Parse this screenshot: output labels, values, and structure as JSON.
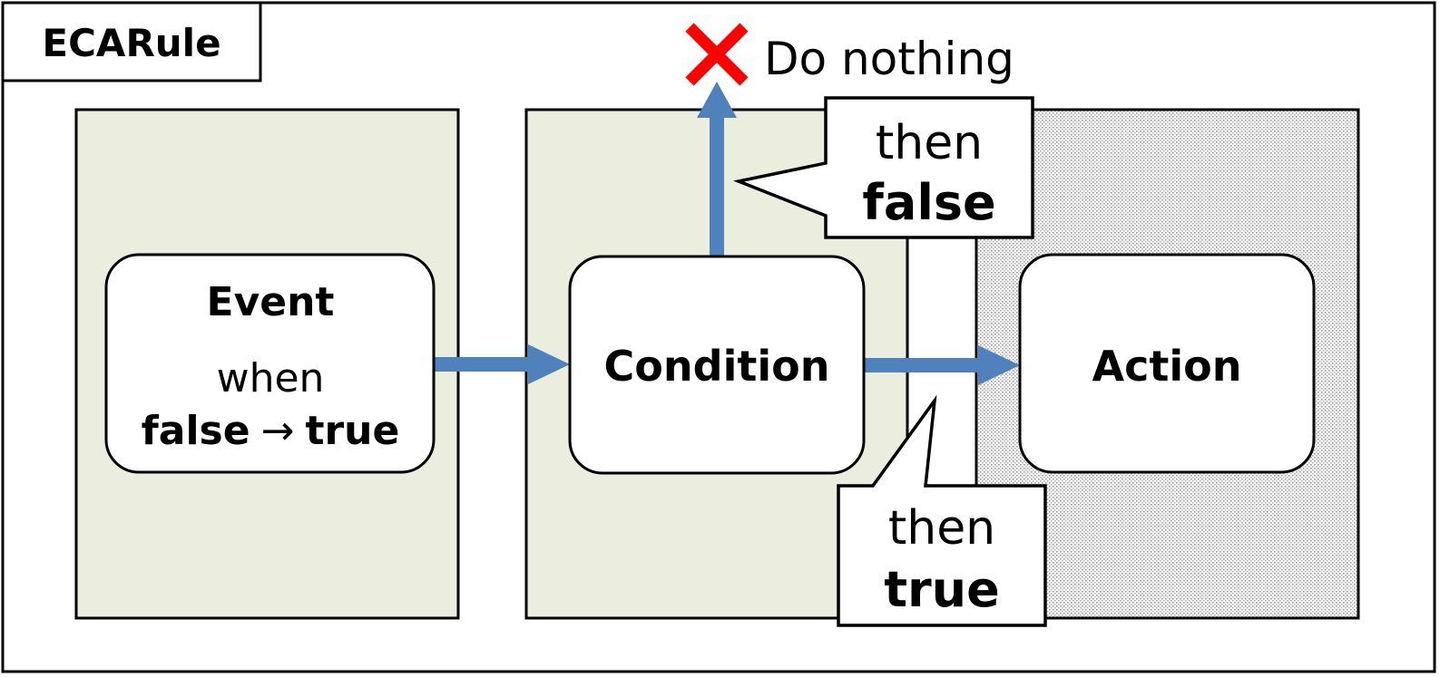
{
  "title": "ECARule",
  "event": {
    "title": "Event",
    "when_label": "when",
    "from_state": "false",
    "arrow_glyph": "→",
    "to_state": "true"
  },
  "condition": {
    "title": "Condition"
  },
  "action": {
    "title": "Action"
  },
  "false_callout": {
    "line1": "then",
    "line2": "false"
  },
  "true_callout": {
    "line1": "then",
    "line2": "true"
  },
  "do_nothing": {
    "label": "Do nothing"
  },
  "colors": {
    "panel_fill": "#ebeedf",
    "arrow": "#4f81bd",
    "cross": "#ff0000",
    "stroke": "#000000"
  }
}
